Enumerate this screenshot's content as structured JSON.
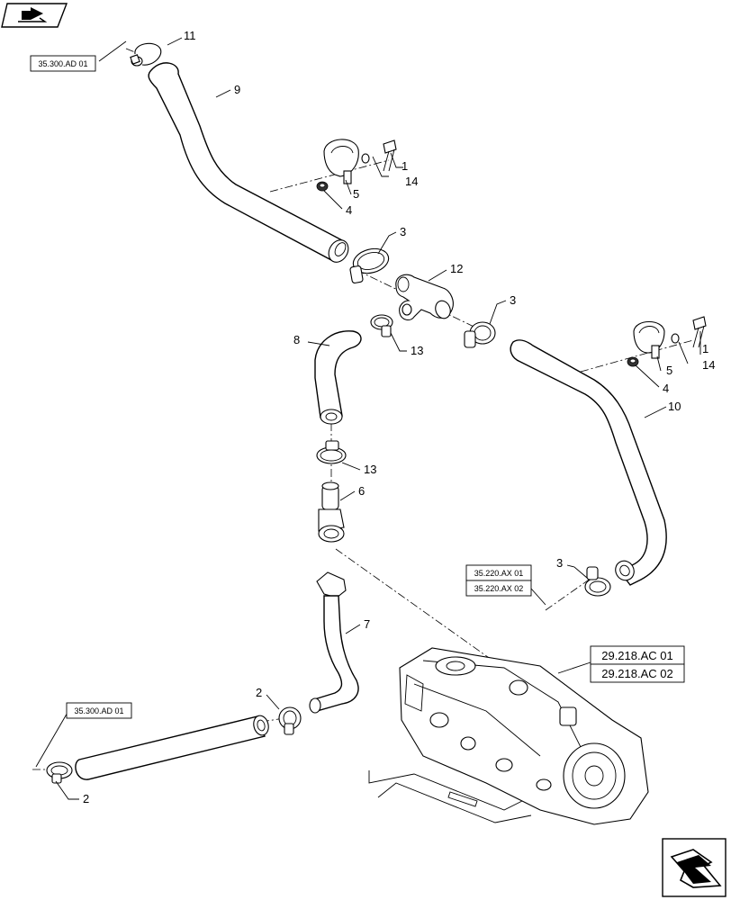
{
  "callouts": {
    "c11": "11",
    "c9": "9",
    "c1a": "1",
    "c14a": "14",
    "c5a": "5",
    "c4a": "4",
    "c3a": "3",
    "c12": "12",
    "c3b": "3",
    "c8": "8",
    "c13a": "13",
    "c1b": "1",
    "c5b": "5",
    "c14b": "14",
    "c4b": "4",
    "c10": "10",
    "c13b": "13",
    "c6": "6",
    "c3c": "3",
    "c7": "7",
    "c2a": "2",
    "c2b": "2"
  },
  "references": {
    "ref_top_left": "35.300.AD 01",
    "ref_mid_right_1": "35.220.AX 01",
    "ref_mid_right_2": "35.220.AX 02",
    "ref_bottom_left": "35.300.AD 01",
    "ref_pump_1": "29.218.AC 01",
    "ref_pump_2": "29.218.AC 02"
  },
  "icons": {
    "top_left": "page-navigation-icon",
    "bottom_right": "next-page-arrow-icon"
  }
}
